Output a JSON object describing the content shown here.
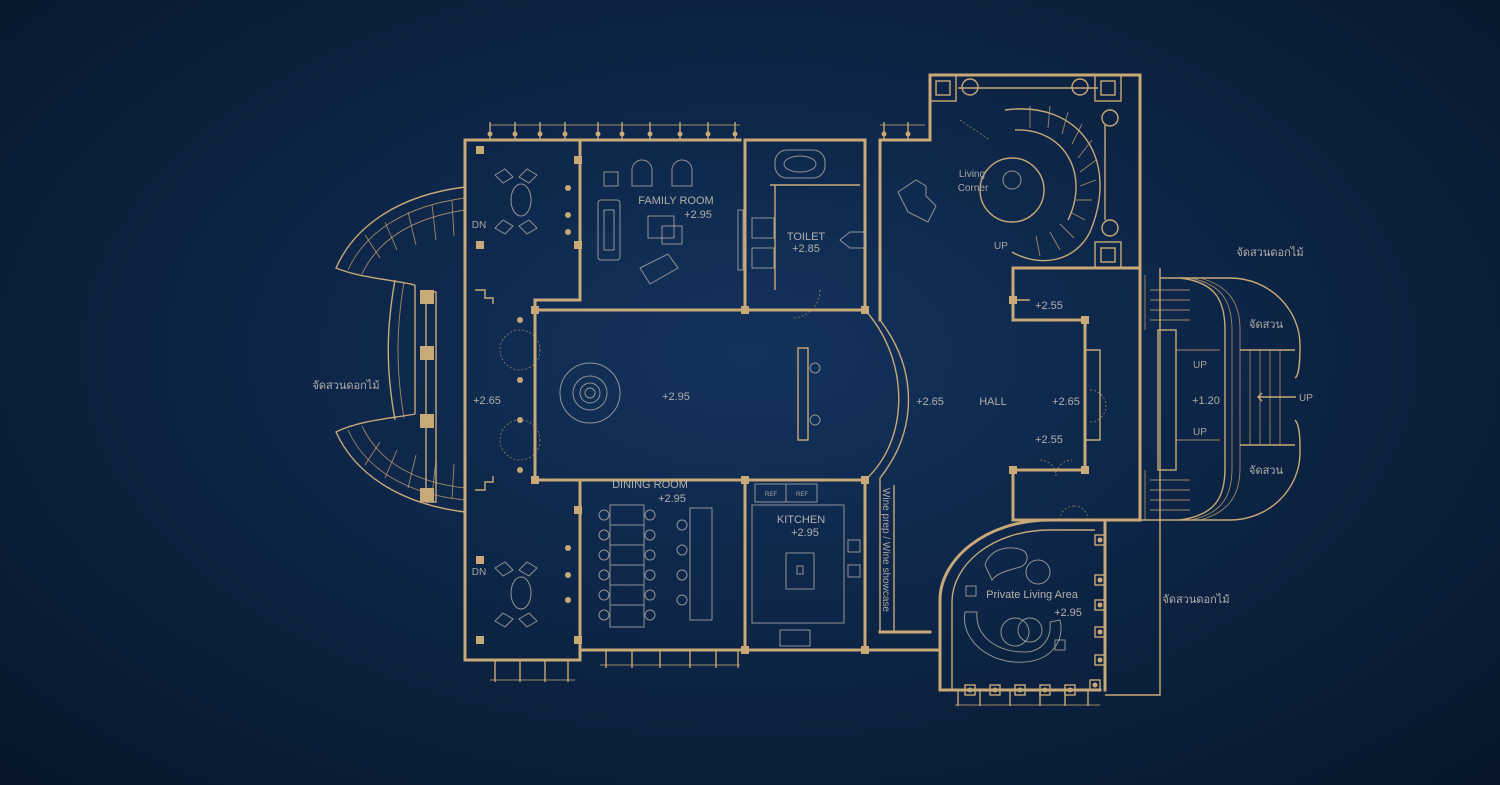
{
  "colors": {
    "background": "#0d2547",
    "wall": "#c9a977",
    "label": "#b2b0ac",
    "furniture": "#a8a6a2"
  },
  "rooms": {
    "family_room": {
      "name": "FAMILY ROOM",
      "level": "+2.95"
    },
    "toilet": {
      "name": "TOILET",
      "level": "+2.85"
    },
    "living_corner": {
      "name_line1": "Living",
      "name_line2": "Corner"
    },
    "dining_room": {
      "name": "DINING ROOM",
      "level": "+2.95"
    },
    "kitchen": {
      "name": "KITCHEN",
      "level": "+2.95"
    },
    "hall": {
      "name": "HALL",
      "level_left": "+2.65",
      "level_right": "+2.65"
    },
    "private_living": {
      "name": "Private Living Area",
      "level": "+2.95"
    },
    "center": {
      "level": "+2.95"
    },
    "west_lobby": {
      "level": "+2.65"
    },
    "hall_upper": {
      "level": "+2.55"
    },
    "hall_lower": {
      "level": "+2.55"
    },
    "entrance": {
      "level": "+1.20"
    },
    "wine": {
      "name": "Wine prep / Wine showcase"
    }
  },
  "gardens": {
    "west": "จัดสวนดอกไม้",
    "north_east": "จัดสวนดอกไม้",
    "south_east": "จัดสวนดอกไม้",
    "entry_top": "จัดสวน",
    "entry_bottom": "จัดสวน"
  },
  "stairs": {
    "dn": "DN",
    "up": "UP"
  },
  "appliances": {
    "fridge": "REF"
  }
}
